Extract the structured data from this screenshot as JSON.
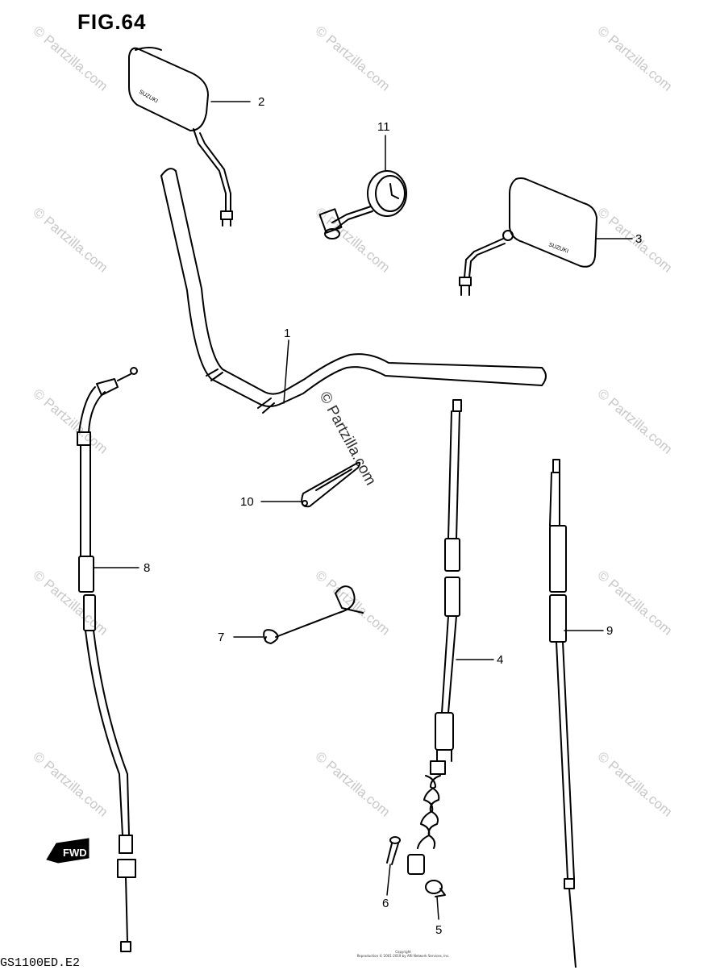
{
  "figure": {
    "title": "FIG.64",
    "model_code": "GS1100ED.E2"
  },
  "watermark": {
    "text": "© Partzilla.com",
    "center_text": "© Partzilla.com"
  },
  "footer": {
    "line1": "Copyright",
    "line2": "Reproduction © 2001-2019 by ARI Network Services, Inc."
  },
  "arrow_tag": "FWD",
  "callouts": [
    {
      "id": "handlebar",
      "label": "1"
    },
    {
      "id": "mirror-left",
      "label": "2"
    },
    {
      "id": "mirror-right",
      "label": "3"
    },
    {
      "id": "clutch-cable",
      "label": "4"
    },
    {
      "id": "cable-clamp-5",
      "label": "5"
    },
    {
      "id": "bolt-6",
      "label": "6"
    },
    {
      "id": "wire-clamp-7",
      "label": "7"
    },
    {
      "id": "throttle-cable",
      "label": "8"
    },
    {
      "id": "tachometer-cable",
      "label": "9"
    },
    {
      "id": "cable-guide-10",
      "label": "10"
    },
    {
      "id": "clock",
      "label": "11"
    }
  ],
  "colors": {
    "line": "#000000",
    "watermark": "#c8c8c8"
  }
}
